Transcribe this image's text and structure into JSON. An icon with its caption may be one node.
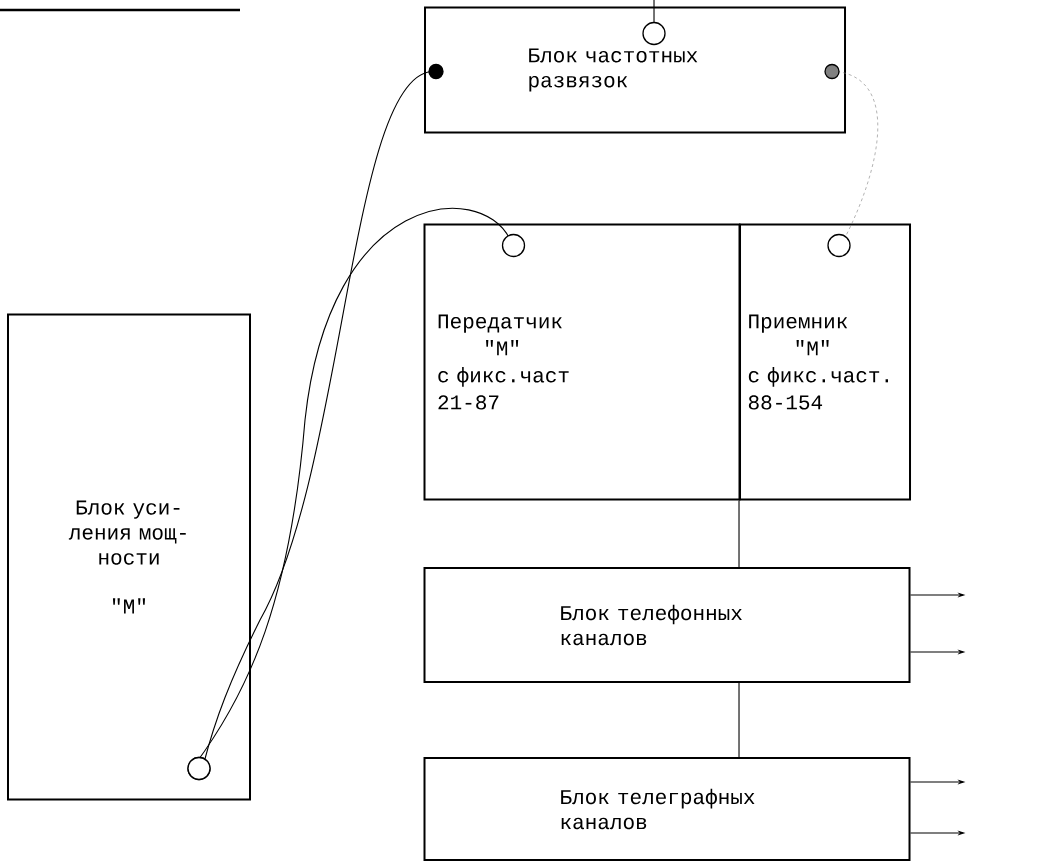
{
  "diagram": {
    "nodes": [
      {
        "text": [
          "Блок частотных развязок"
        ]
      },
      {
        "text": [
          "Передатчик",
          "\"М\"",
          "с фикс.част",
          "21-87"
        ]
      },
      {
        "text": [
          "Приемник",
          "\"М\"",
          "с фикс.част.",
          "88-154"
        ]
      },
      {
        "text": [
          "Блок уси- ления мощ- ности",
          "\"М\""
        ]
      },
      {
        "text": [
          "Блок телефонных каналов"
        ]
      },
      {
        "text": [
          "Блок телеграфных каналов"
        ]
      }
    ],
    "edges": [
      {
        "from": 0,
        "to": 3,
        "arrow": "other"
      },
      {
        "from": 1,
        "to": 3,
        "arrow": "other"
      },
      {
        "from": 0,
        "to": 2,
        "arrow": "other",
        "style": "dashed",
        "color": "#808080"
      },
      {
        "from": 1,
        "to": 4,
        "arrow": "none"
      },
      {
        "from": 4,
        "to": 5,
        "arrow": "none"
      },
      {
        "from": 4,
        "to": null,
        "arrow": "to"
      },
      {
        "from": 4,
        "to": null,
        "arrow": "to"
      },
      {
        "from": 5,
        "to": null,
        "arrow": "to"
      },
      {
        "from": 5,
        "to": null,
        "arrow": "to"
      },
      {
        "from": 0,
        "to": null,
        "arrow": "other"
      }
    ]
  }
}
